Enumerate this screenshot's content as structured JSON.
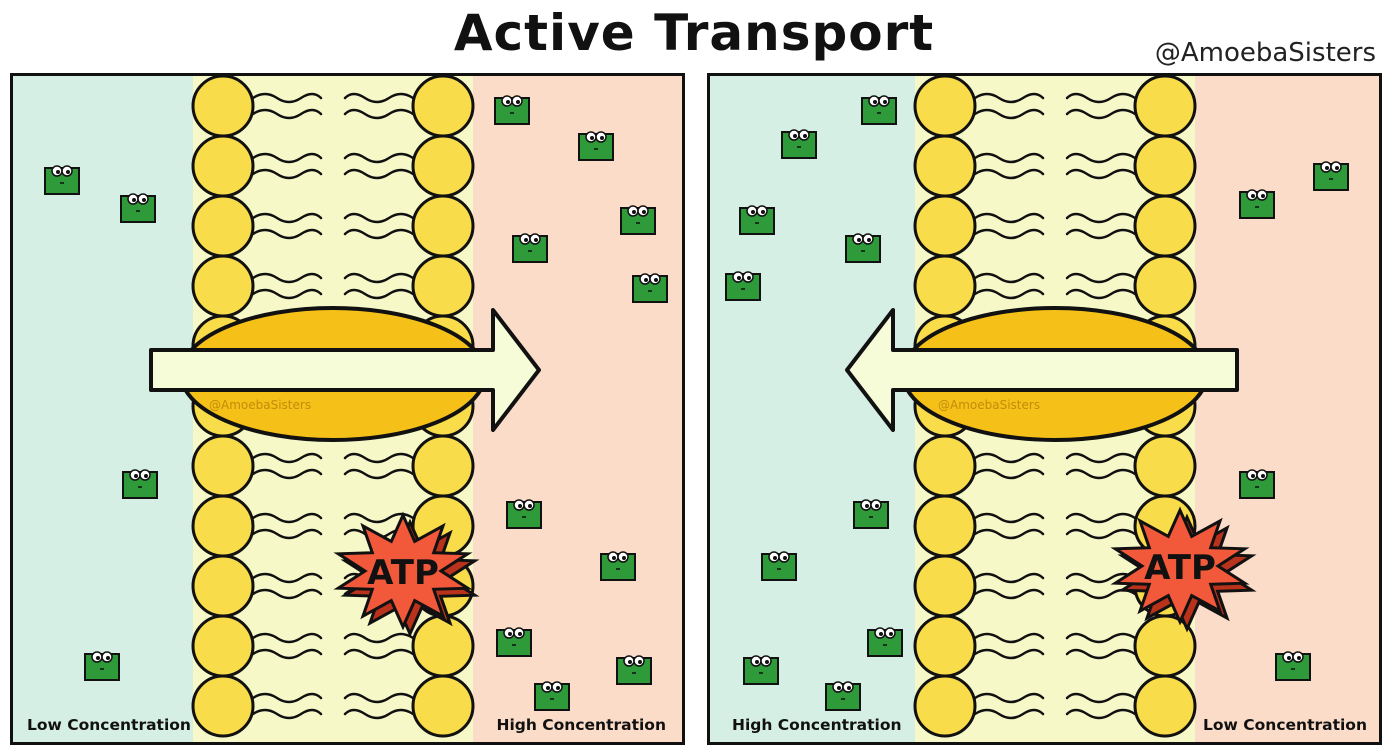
{
  "title": "Active Transport",
  "credit": "@AmoebaSisters",
  "panels": [
    {
      "direction": "right",
      "left_label": "Low Concentration",
      "right_label": "High Concentration",
      "atp_label": "ATP",
      "watermark": "@AmoebaSisters"
    },
    {
      "direction": "left",
      "left_label": "High Concentration",
      "right_label": "Low Concentration",
      "atp_label": "ATP",
      "watermark": "@AmoebaSisters"
    }
  ],
  "colors": {
    "low_side": "#d6efe4",
    "high_side": "#fbdcc8",
    "membrane": "#f7f8c8",
    "phospholipid_head": "#f9dc4a",
    "protein": "#f5c018",
    "arrow": "#f6fbd8",
    "atp": "#f2583a",
    "molecule": "#2e9a3a"
  },
  "icons": [
    "molecule-icon",
    "atp-burst-icon",
    "arrow-icon"
  ]
}
